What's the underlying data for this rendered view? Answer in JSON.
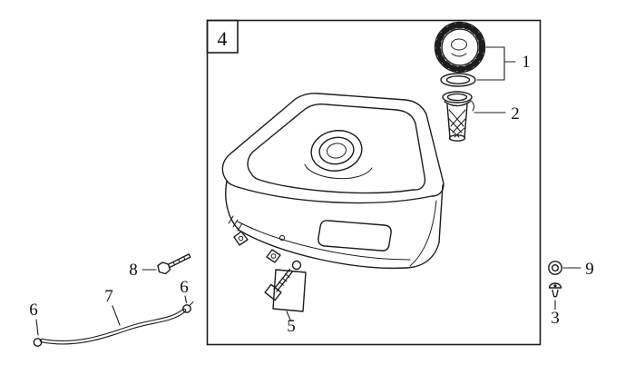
{
  "figure": {
    "frame_label": "4",
    "callouts": {
      "fuel_cap_and_gasket": "1",
      "fuel_strainer": "2",
      "bolt_lower_right": "3",
      "screw_with_washer": "5",
      "hose_clip_left": "6",
      "hose_clip_right": "6",
      "fuel_hose": "7",
      "flange_bolt": "8",
      "grommet": "9"
    }
  },
  "colors": {
    "background": "#ffffff",
    "line": "#1c1c1c",
    "text": "#101010"
  }
}
